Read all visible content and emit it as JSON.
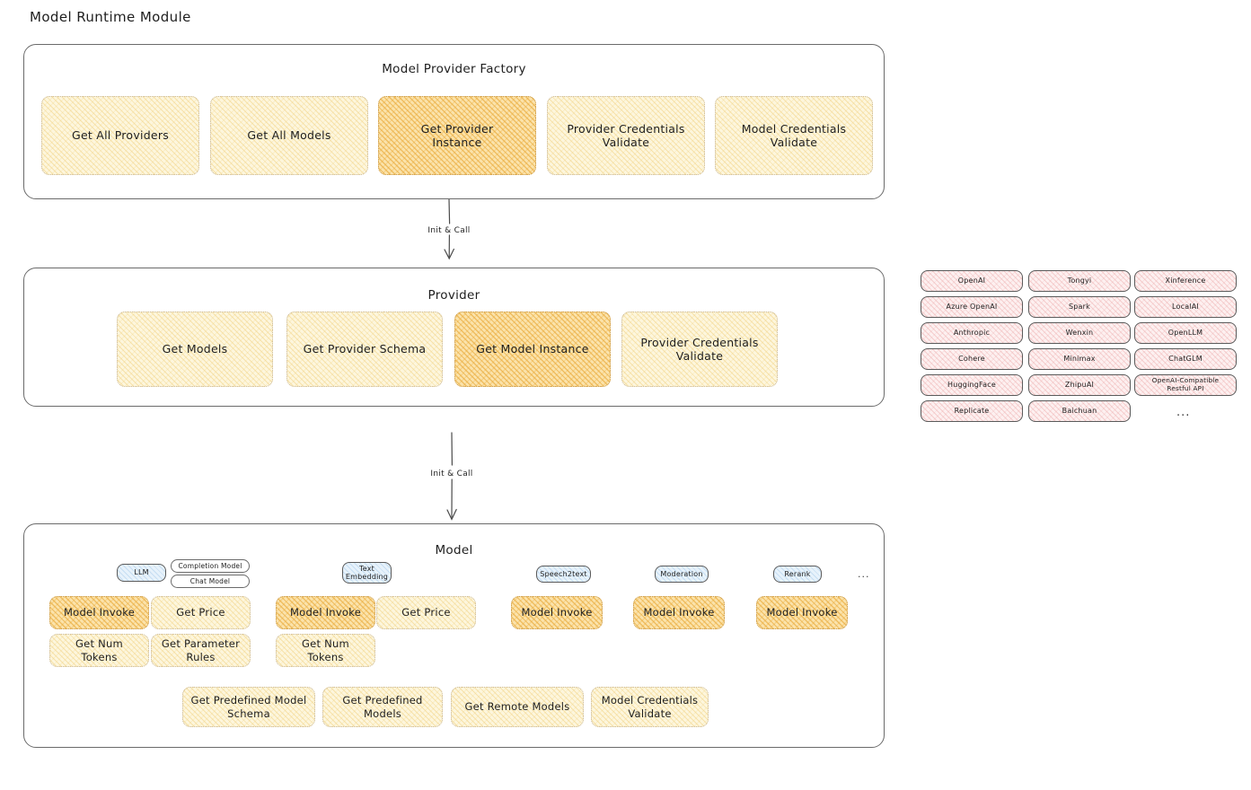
{
  "page": {
    "title": "Model Runtime Module"
  },
  "factory": {
    "title": "Model Provider Factory",
    "nodes": [
      {
        "label": "Get All Providers",
        "style": "yellow"
      },
      {
        "label": "Get All Models",
        "style": "yellow"
      },
      {
        "label": "Get Provider\nInstance",
        "style": "orange"
      },
      {
        "label": "Provider Credentials\nValidate",
        "style": "yellow"
      },
      {
        "label": "Model Credentials\nValidate",
        "style": "yellow"
      }
    ]
  },
  "arrows": [
    {
      "label": "Init & Call"
    },
    {
      "label": "Init & Call"
    }
  ],
  "provider": {
    "title": "Provider",
    "nodes": [
      {
        "label": "Get Models",
        "style": "yellow"
      },
      {
        "label": "Get Provider Schema",
        "style": "yellow"
      },
      {
        "label": "Get Model Instance",
        "style": "orange"
      },
      {
        "label": "Provider Credentials\nValidate",
        "style": "yellow"
      }
    ]
  },
  "provider_list": {
    "columns": [
      {
        "items": [
          "OpenAI",
          "Azure OpenAI",
          "Anthropic",
          "Cohere",
          "HuggingFace",
          "Replicate"
        ]
      },
      {
        "items": [
          "Tongyi",
          "Spark",
          "Wenxin",
          "Minimax",
          "ZhipuAI",
          "Baichuan"
        ]
      },
      {
        "items": [
          "Xinference",
          "LocalAI",
          "OpenLLM",
          "ChatGLM",
          "OpenAI-Compatible Restful API"
        ]
      }
    ],
    "more": "..."
  },
  "model": {
    "title": "Model",
    "more": "...",
    "groups": [
      {
        "tag": "LLM",
        "tag_style": "blue",
        "subtags": [
          "Completion Model",
          "Chat Model"
        ],
        "nodes": [
          {
            "label": "Model Invoke",
            "style": "orange"
          },
          {
            "label": "Get Price",
            "style": "yellow"
          },
          {
            "label": "Get Num Tokens",
            "style": "yellow"
          },
          {
            "label": "Get Parameter\nRules",
            "style": "yellow"
          }
        ]
      },
      {
        "tag": "Text\nEmbedding",
        "tag_style": "blue",
        "subtags": [],
        "nodes": [
          {
            "label": "Model Invoke",
            "style": "orange"
          },
          {
            "label": "Get Price",
            "style": "yellow"
          },
          {
            "label": "Get Num Tokens",
            "style": "yellow"
          }
        ]
      },
      {
        "tag": "Speech2text",
        "tag_style": "blue",
        "subtags": [],
        "nodes": [
          {
            "label": "Model Invoke",
            "style": "orange"
          }
        ]
      },
      {
        "tag": "Moderation",
        "tag_style": "blue",
        "subtags": [],
        "nodes": [
          {
            "label": "Model Invoke",
            "style": "orange"
          }
        ]
      },
      {
        "tag": "Rerank",
        "tag_style": "blue",
        "subtags": [],
        "nodes": [
          {
            "label": "Model Invoke",
            "style": "orange"
          }
        ]
      }
    ],
    "common_nodes": [
      {
        "label": "Get Predefined Model\nSchema",
        "style": "yellow"
      },
      {
        "label": "Get Predefined\nModels",
        "style": "yellow"
      },
      {
        "label": "Get Remote Models",
        "style": "yellow"
      },
      {
        "label": "Model Credentials\nValidate",
        "style": "yellow"
      }
    ]
  },
  "colors": {
    "highlight": "#f0b860",
    "light_yellow": "#fdf6dd",
    "provider_pink": "#fdf0f0",
    "tag_blue": "#e7f2fb",
    "stroke": "#6b6b6b"
  }
}
